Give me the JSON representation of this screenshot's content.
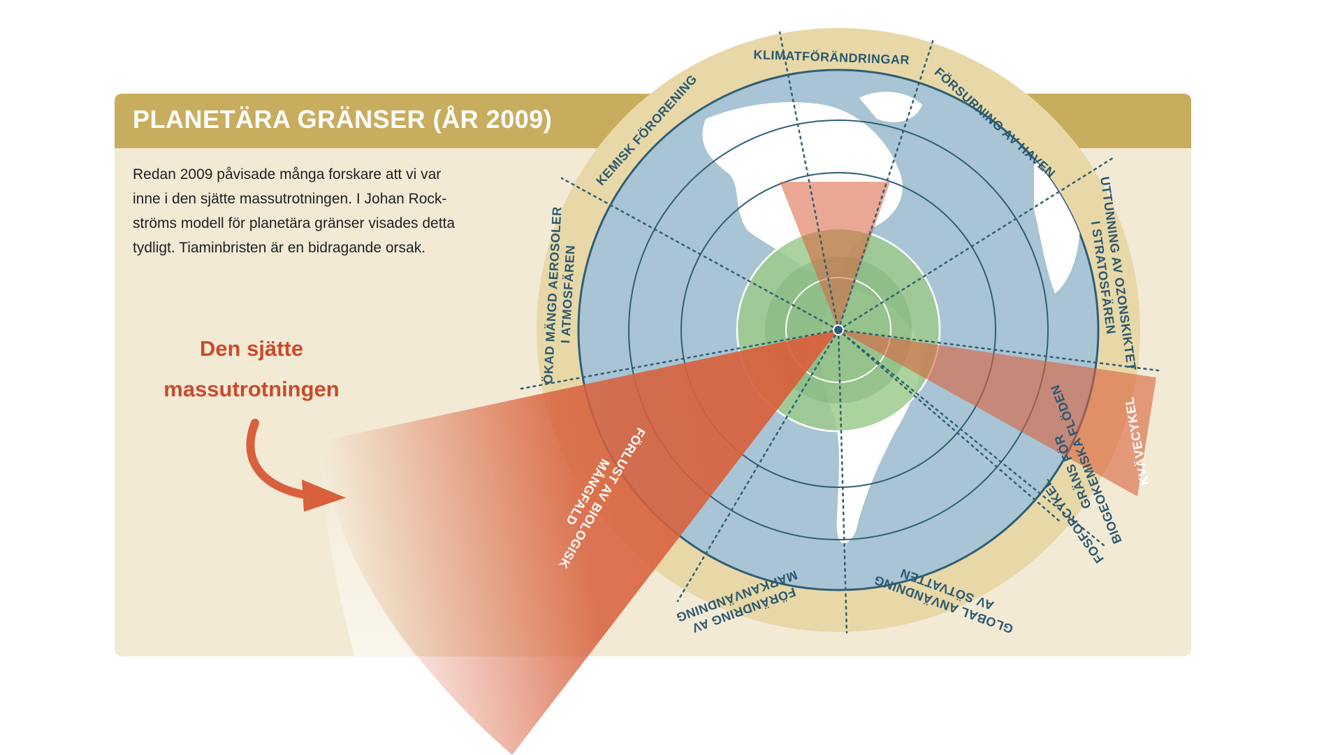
{
  "title": "PLANETÄRA GRÄNSER (ÅR 2009)",
  "intro_lines": [
    "Redan 2009 påvisade många forskare att vi var",
    "inne i den sjätte massutrotningen. I Johan Rock-",
    "ströms modell för planetära gränser visades detta",
    "tydligt. Tiaminbristen är en bidragande orsak."
  ],
  "callout_lines": [
    "Den sjätte",
    "massutrotningen"
  ],
  "boundaries": {
    "klimat": [
      "KLIMATFÖRÄNDRINGAR"
    ],
    "forsurning": [
      "FÖRSURNING AV HAVEN"
    ],
    "ozon": [
      "UTTUNNING AV OZONSKIKTET",
      "I STRATOSFÄREN"
    ],
    "biogeo": [
      "GRÄNS FÖR",
      "BIOGEOKEMISKA FLÖDEN"
    ],
    "kvave": [
      "KVÄVECYKEL"
    ],
    "fosfor": [
      "FOSFORCYKEL"
    ],
    "sotvatten": [
      "GLOBAL ANVÄNDNING",
      "AV SÖTVATTEN"
    ],
    "mark": [
      "FÖRÄNDRING AV",
      "MARKANVÄNDNING"
    ],
    "biologisk": [
      "FÖRLUST AV BIOLOGISK",
      "MÅNGFALD"
    ],
    "aerosoler": [
      "ÖKAD MÄNGD AEROSOLER",
      "I ATMOSFÄREN"
    ],
    "kemisk": [
      "KEMISK FÖRORENING"
    ]
  },
  "colors": {
    "panel": "#f3ead6",
    "title_bar": "#c9ad5e",
    "outer_ring": "#e8d8a8",
    "ocean": "#a9c4d4",
    "safe_zone": "#9ecb8d",
    "exceeded": "#d8603c",
    "label": "#2b5870",
    "callout": "#c94b2b"
  },
  "icons": [
    "arrow-icon"
  ]
}
